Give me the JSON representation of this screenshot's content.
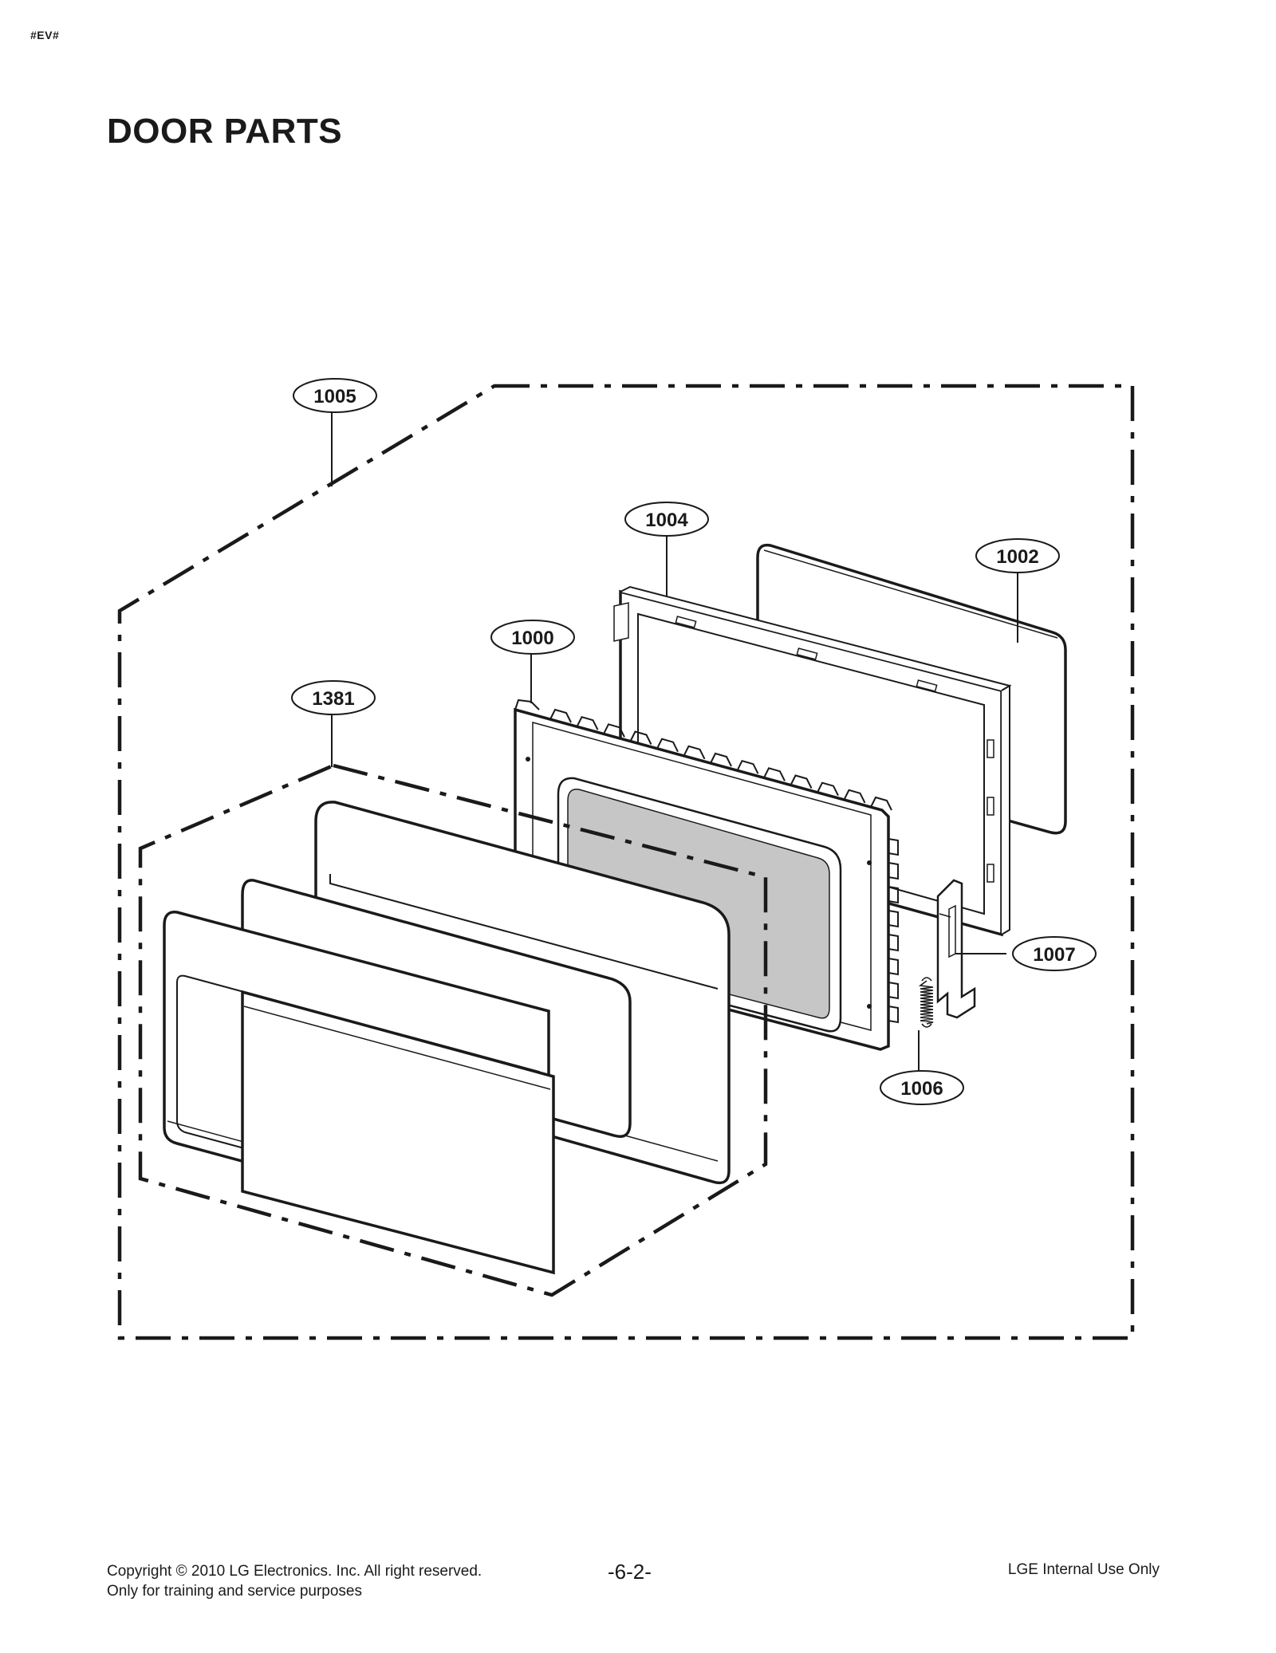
{
  "header": {
    "doc_code": "#EV#",
    "title": "DOOR PARTS"
  },
  "callouts": {
    "c1005": "1005",
    "c1004": "1004",
    "c1002": "1002",
    "c1000": "1000",
    "c1381": "1381",
    "c1007": "1007",
    "c1006": "1006"
  },
  "footer": {
    "copyright": "Copyright © 2010 LG Electronics. Inc. All right reserved.",
    "purpose": "Only for training and service purposes",
    "page_number": "-6-2-",
    "internal": "LGE Internal Use Only"
  },
  "colors": {
    "line": "#1a1a1a",
    "window_fill": "#c6c6c6"
  }
}
